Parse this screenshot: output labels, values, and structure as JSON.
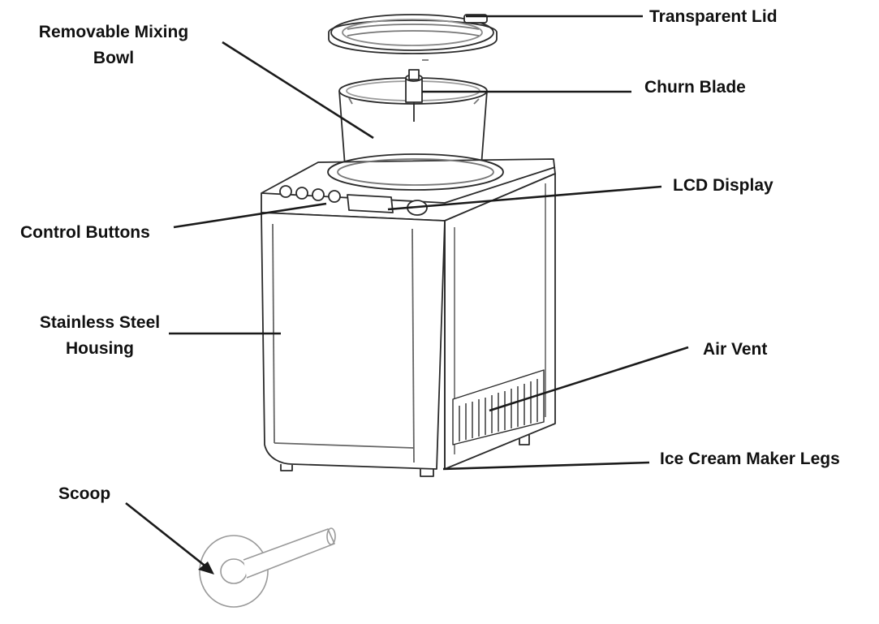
{
  "labels": {
    "transparent_lid": "Transparent Lid",
    "mixing_bowl_line1": "Removable Mixing",
    "mixing_bowl_line2": "Bowl",
    "churn_blade": "Churn Blade",
    "lcd_display": "LCD Display",
    "control_buttons": "Control Buttons",
    "housing_line1": "Stainless Steel",
    "housing_line2": "Housing",
    "air_vent": "Air Vent",
    "legs": "Ice Cream Maker Legs",
    "scoop": "Scoop"
  },
  "colors": {
    "ink": "#111111",
    "line": "#1a1a1a",
    "drawing": "#2b2b2b",
    "faint": "#9a9a9a"
  }
}
